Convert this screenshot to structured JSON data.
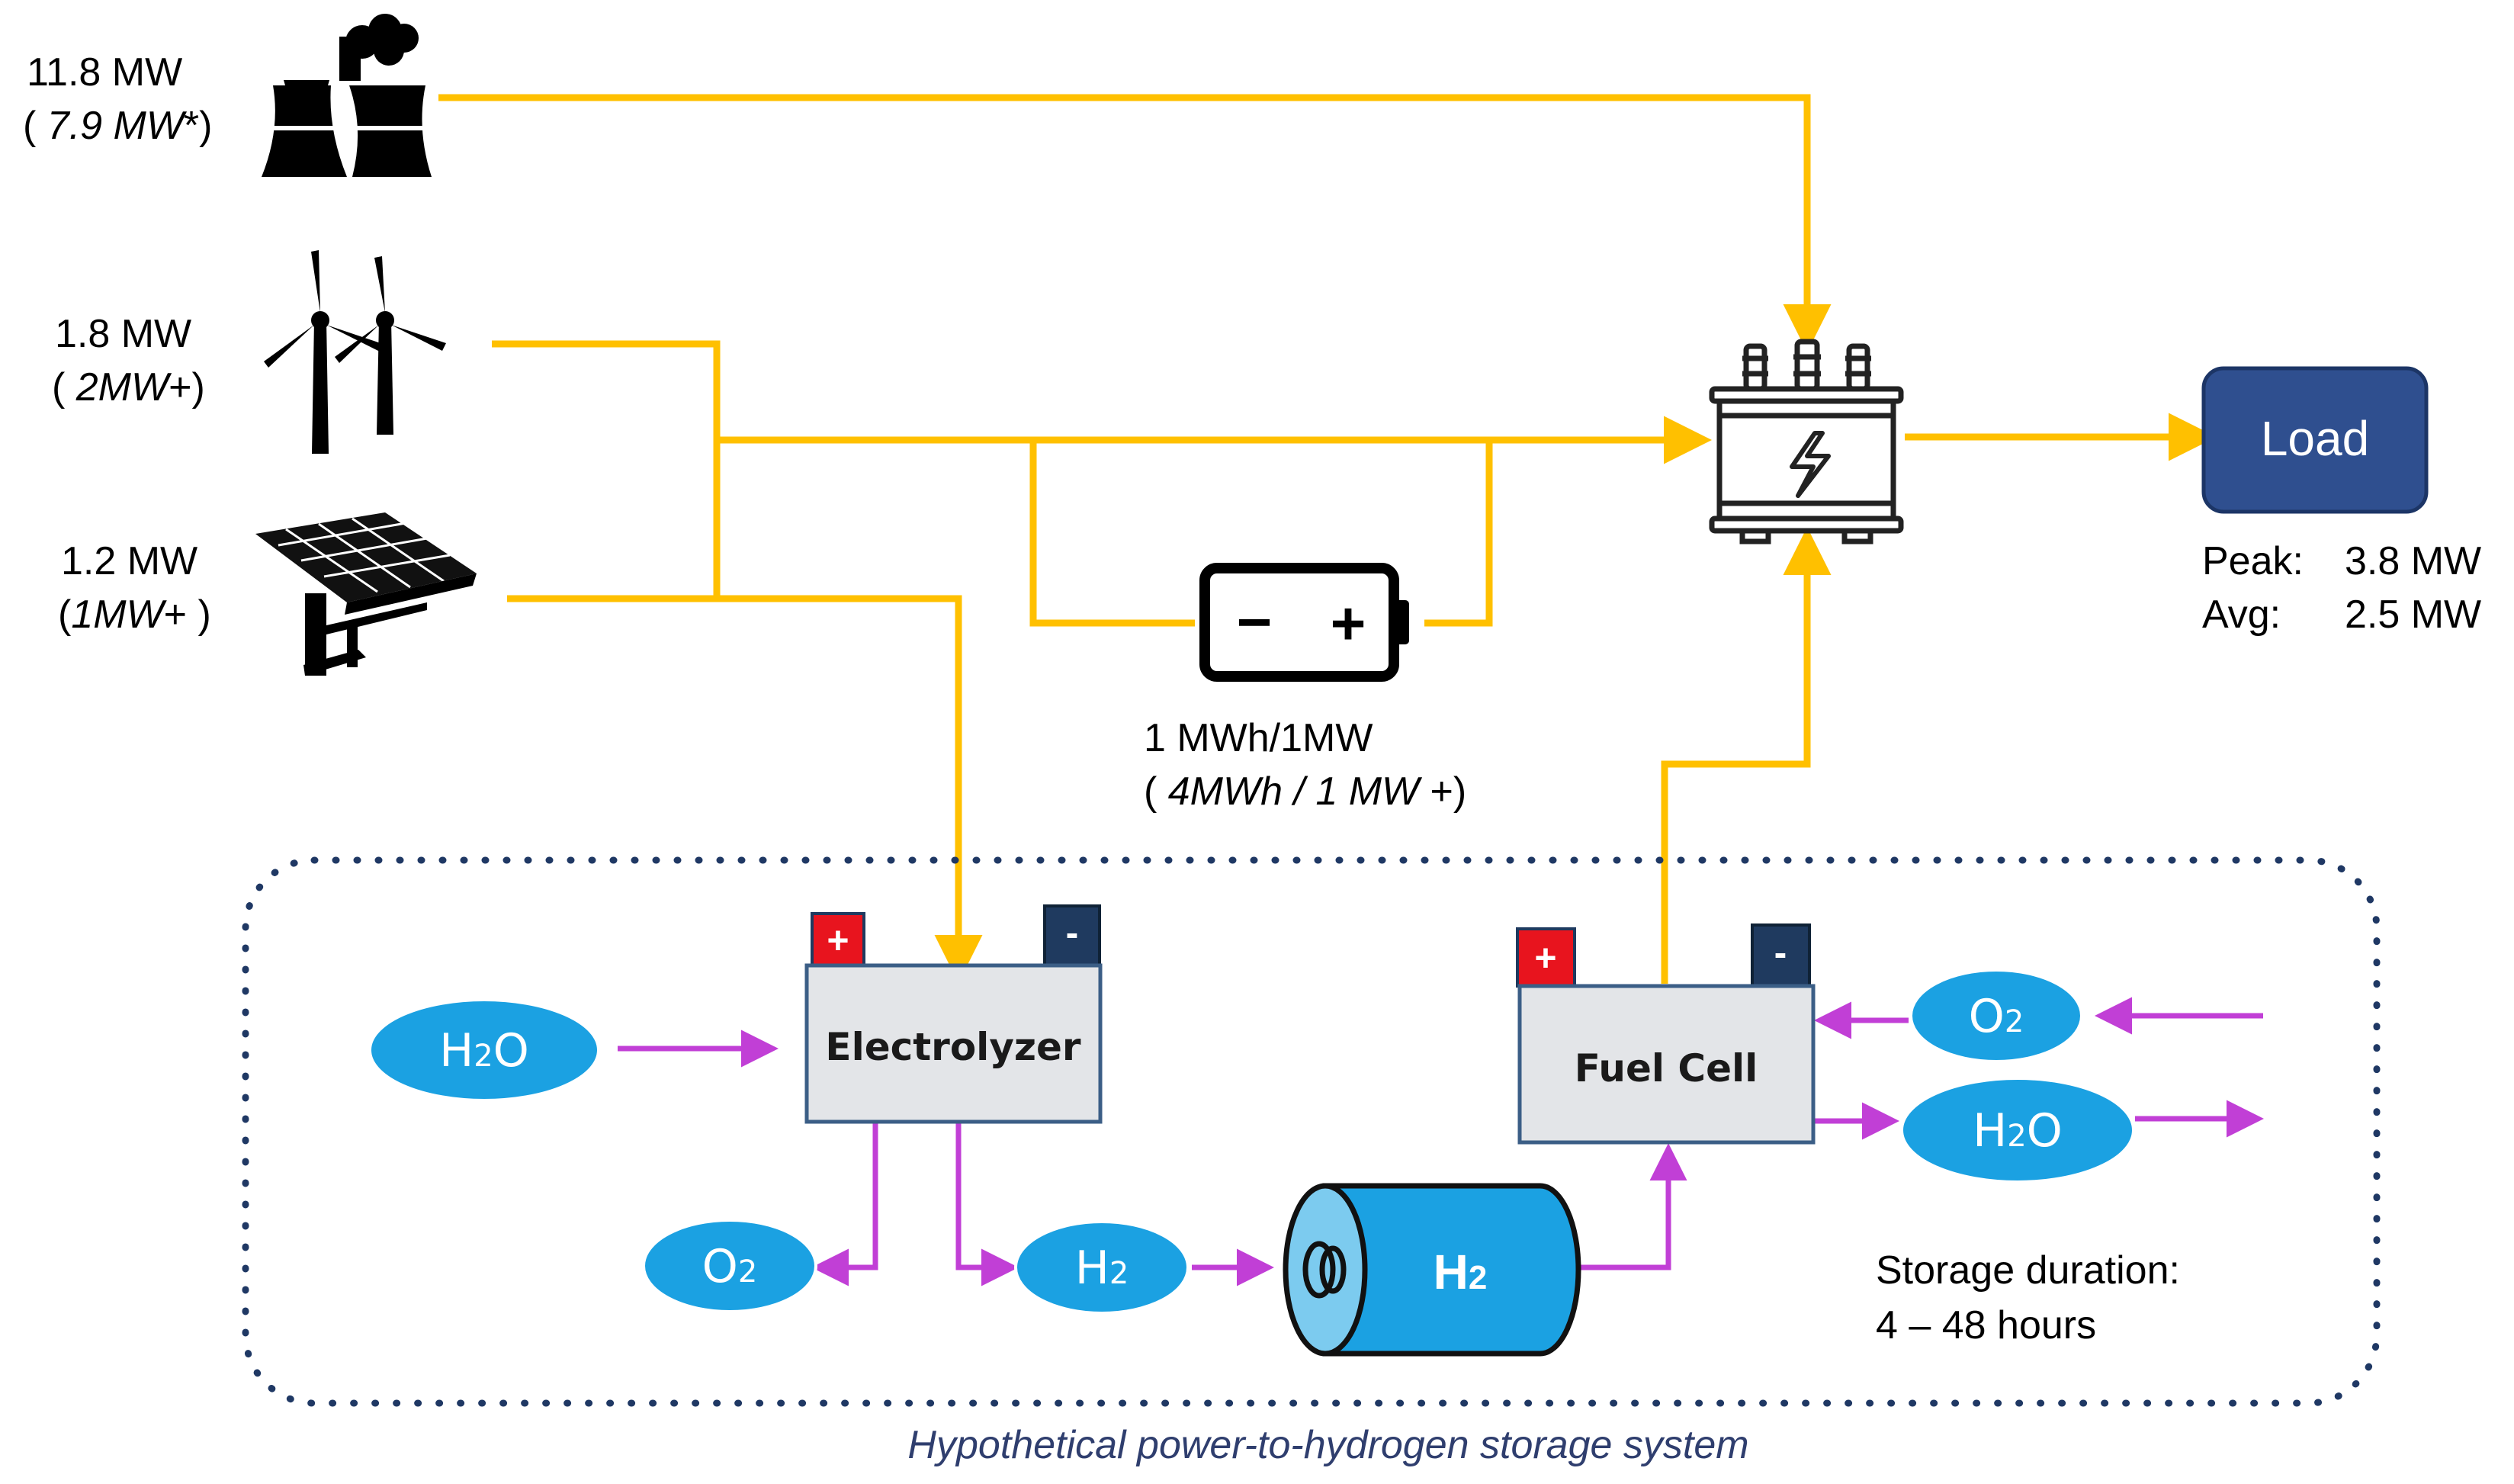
{
  "sources": {
    "thermal": {
      "line1": "11.8 MW",
      "line2_pre": "( ",
      "line2_ital": "7.9 MW",
      "line2_post": "*)"
    },
    "wind": {
      "line1": "1.8 MW",
      "line2_pre": "( ",
      "line2_ital": "2MW",
      "line2_post": "+)"
    },
    "solar": {
      "line1": "1.2 MW",
      "line2_pre": "(",
      "line2_ital": "1MW",
      "line2_post": "+ )"
    }
  },
  "battery": {
    "line1": "1 MWh/1MW",
    "line2_pre": "( ",
    "line2_ital": "4MWh / 1 MW",
    "line2_post": " +)",
    "minus": "−",
    "plus": "+"
  },
  "load": {
    "label": "Load",
    "peak_label": "Peak:",
    "peak_value": "3.8 MW",
    "avg_label": "Avg:",
    "avg_value": "2.5 MW"
  },
  "electrolyzer": {
    "label": "Electrolyzer",
    "plus": "+",
    "minus": "-"
  },
  "fuel_cell": {
    "label": "Fuel Cell",
    "plus": "+",
    "minus": "-"
  },
  "chemicals": {
    "water_in": {
      "base": "H",
      "sub": "2",
      "tail": "O"
    },
    "o2_out": {
      "base": "O",
      "sub": "2"
    },
    "h2_out": {
      "base": "H",
      "sub": "2"
    },
    "tank": {
      "base": "H",
      "sub": "2"
    },
    "o2_in": {
      "base": "O",
      "sub": "2"
    },
    "water_out": {
      "base": "H",
      "sub": "2",
      "tail": "O"
    }
  },
  "storage": {
    "line1": "Storage duration:",
    "line2": "4 – 48 hours"
  },
  "caption": "Hypothetical power-to-hydrogen storage system",
  "colors": {
    "power_line": "#FFC000",
    "flow_line": "#C13FD6",
    "bubble": "#1BA1E2",
    "load_box": "#2F4F8F",
    "plus_terminal": "#E8141E",
    "minus_terminal": "#1F3A5F",
    "caption": "#2F3E6E"
  }
}
